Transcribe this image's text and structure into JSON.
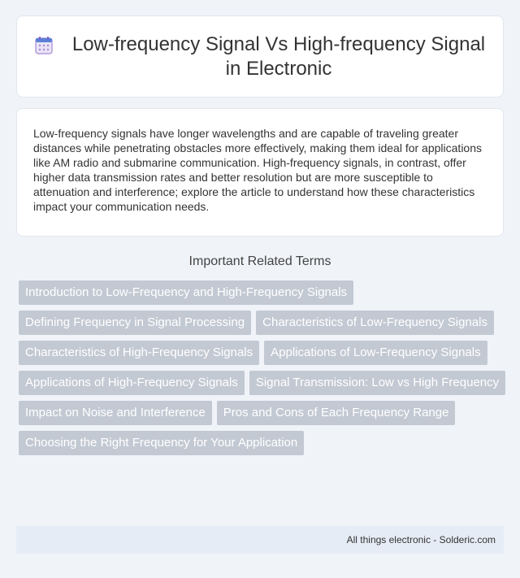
{
  "header": {
    "title": "Low-frequency Signal Vs High-frequency Signal in Electronic",
    "icon": "calendar-icon"
  },
  "intro": {
    "text": "Low-frequency signals have longer wavelengths and are capable of traveling greater distances while penetrating obstacles more effectively, making them ideal for applications like AM radio and submarine communication. High-frequency signals, in contrast, offer higher data transmission rates and better resolution but are more susceptible to attenuation and interference; explore the article to understand how these characteristics impact your communication needs."
  },
  "terms": {
    "heading": "Important Related Terms",
    "items": [
      "Introduction to Low-Frequency and High-Frequency Signals",
      "Defining Frequency in Signal Processing",
      "Characteristics of Low-Frequency Signals",
      "Characteristics of High-Frequency Signals",
      "Applications of Low-Frequency Signals",
      "Applications of High-Frequency Signals",
      "Signal Transmission: Low vs High Frequency",
      "Impact on Noise and Interference",
      "Pros and Cons of Each Frequency Range",
      "Choosing the Right Frequency for Your Application"
    ]
  },
  "footer": {
    "text": "All things electronic - Solderic.com"
  },
  "colors": {
    "background": "#f0f3f8",
    "term_chip": "#c3c9d3",
    "footer_bg": "#e6ecf6",
    "icon_blue": "#5b7fd6",
    "icon_purple": "#a58ad8"
  }
}
